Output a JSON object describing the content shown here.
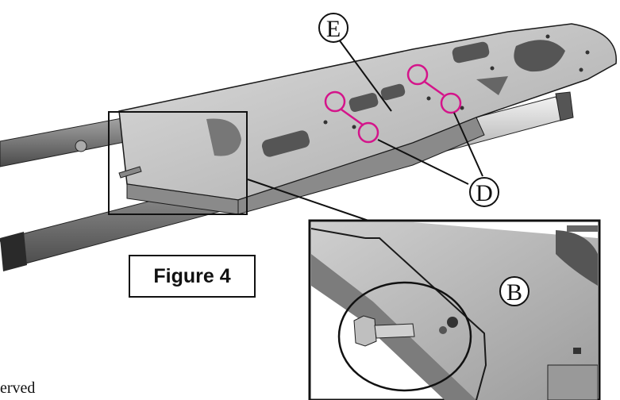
{
  "figure": {
    "label": "Figure 4"
  },
  "callouts": {
    "e": "E",
    "d": "D",
    "b": "B"
  },
  "footer": {
    "text": "erved"
  },
  "colors": {
    "highlight": "#d4148a",
    "metal": "#bdbdbd",
    "outline": "#1a1a1a"
  }
}
